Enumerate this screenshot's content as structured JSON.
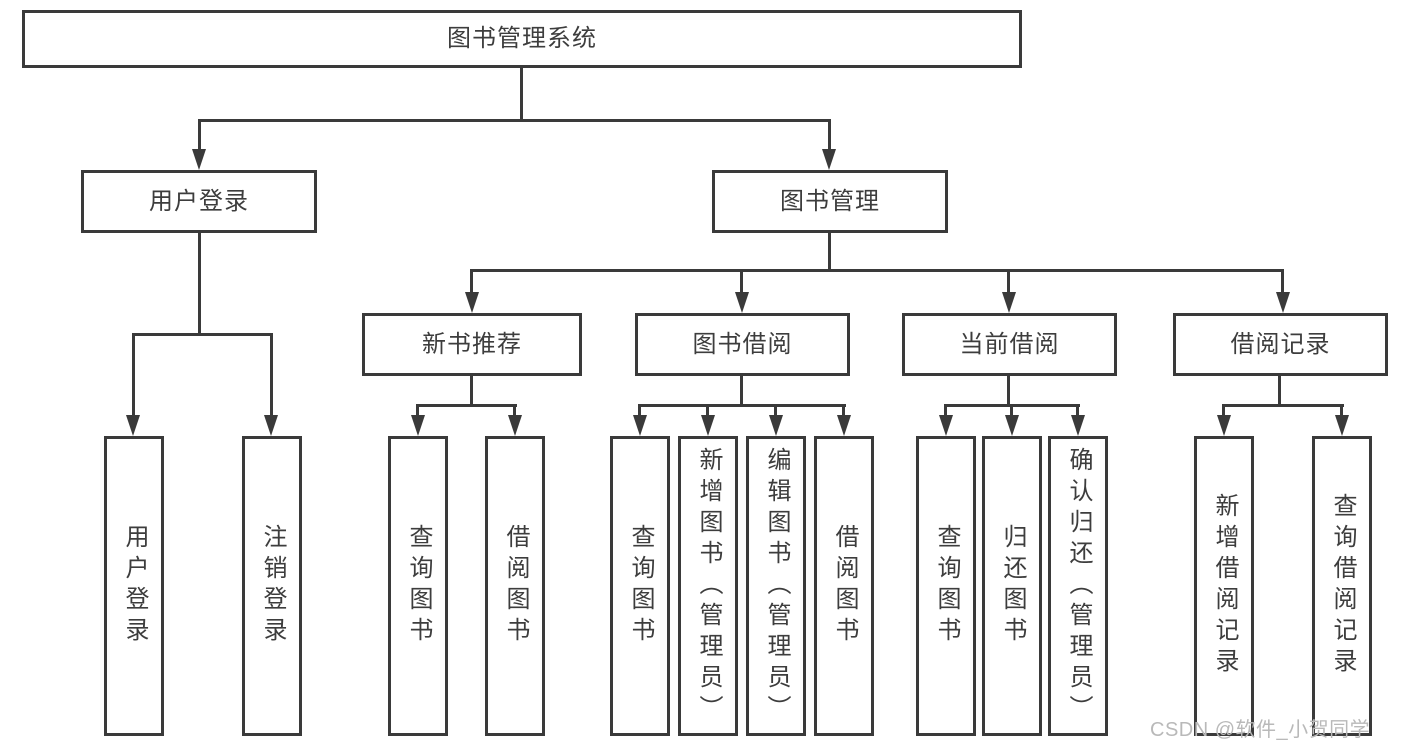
{
  "diagram": {
    "root_label": "图书管理系统",
    "level2": [
      "用户登录",
      "图书管理"
    ],
    "level3": [
      "新书推荐",
      "图书借阅",
      "当前借阅",
      "借阅记录"
    ],
    "leaves": {
      "user_login_group": [
        "用户登录",
        "注销登录"
      ],
      "new_book_group": [
        "查询图书",
        "借阅图书"
      ],
      "book_borrow_group": [
        "查询图书",
        "新增图书（管理员）",
        "编辑图书（管理员）",
        "借阅图书"
      ],
      "current_borrow_group": [
        "查询图书",
        "归还图书",
        "确认归还（管理员）"
      ],
      "borrow_record_group": [
        "新增借阅记录",
        "查询借阅记录"
      ]
    },
    "colors": {
      "line": "#3a3a3a",
      "text": "#3d3d3d",
      "watermark": "#b9b9b9",
      "background": "#ffffff"
    }
  },
  "watermark": "CSDN @软件_小贺同学"
}
